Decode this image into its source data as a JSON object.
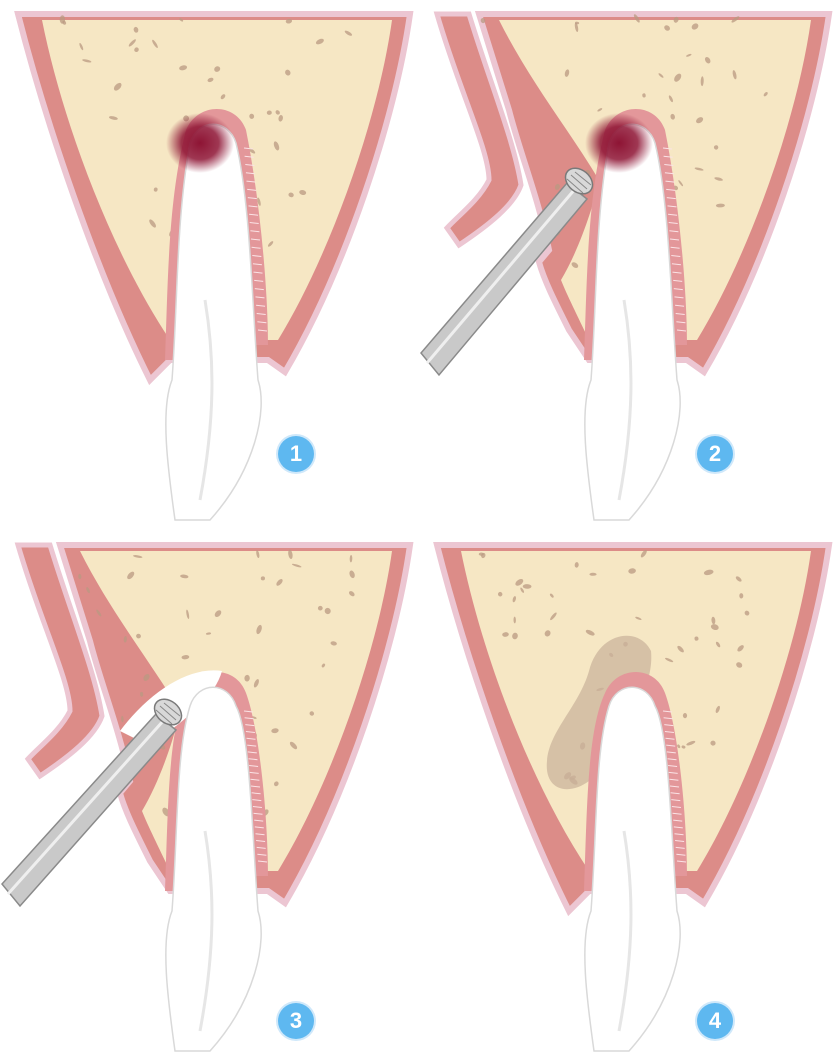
{
  "steps": [
    {
      "number": "1",
      "instrument": false,
      "root_shape": "intact",
      "graft": false
    },
    {
      "number": "2",
      "instrument": true,
      "root_shape": "intact",
      "graft": false
    },
    {
      "number": "3",
      "instrument": true,
      "root_shape": "resected",
      "graft": false
    },
    {
      "number": "4",
      "instrument": false,
      "root_shape": "resected",
      "graft": true
    }
  ],
  "colors": {
    "bone": "#f6e7c4",
    "bone_specks": "#b99a82",
    "gum": "#dc8c88",
    "gum_light": "#ecc6d2",
    "ligament": "#e3979a",
    "tooth": "#ffffff",
    "lesion": "#8e1434",
    "instrument": "#c9c9c9",
    "graft": "#cbb49c",
    "badge": "#5eb8f0"
  }
}
